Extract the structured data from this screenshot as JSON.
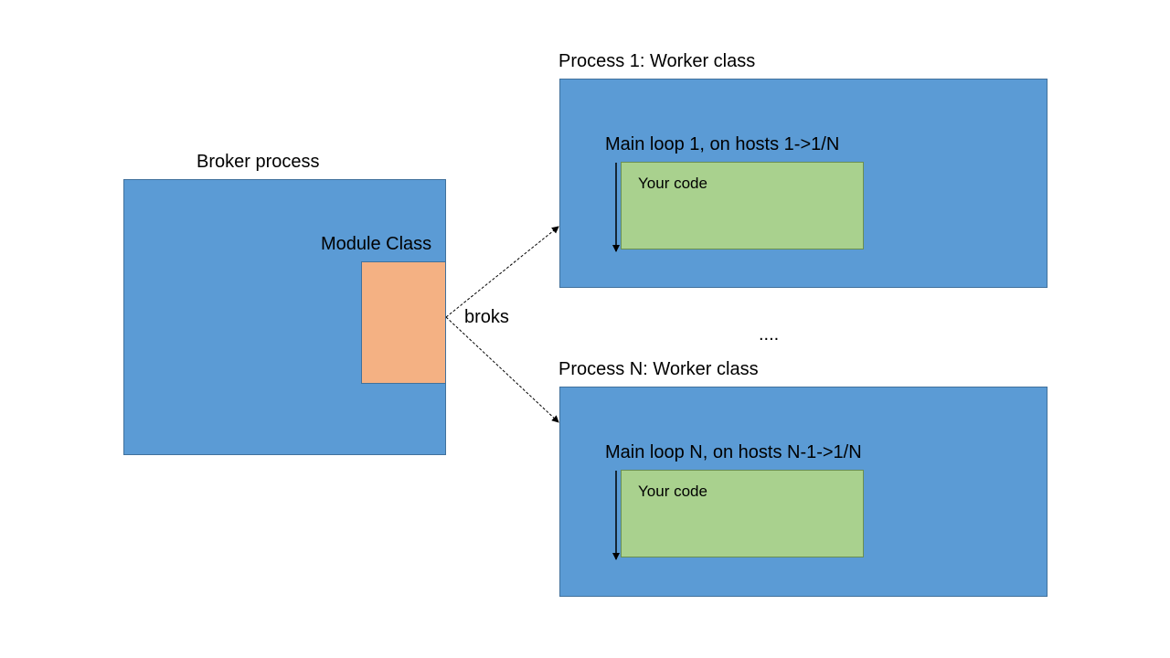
{
  "colors": {
    "process_fill": "#5b9bd5",
    "process_border": "#41719c",
    "module_fill": "#f4b183",
    "code_fill": "#a9d18e",
    "code_border": "#6a8f52",
    "line": "#000000"
  },
  "broker": {
    "title": "Broker process",
    "module_label": "Module Class"
  },
  "connector": {
    "label": "broks"
  },
  "ellipsis": "....",
  "workers": [
    {
      "title": "Process 1: Worker class",
      "loop_label": "Main loop 1, on hosts 1->1/N",
      "code_label": "Your code"
    },
    {
      "title": "Process N: Worker class",
      "loop_label": "Main loop N, on hosts N-1->1/N",
      "code_label": "Your code"
    }
  ]
}
